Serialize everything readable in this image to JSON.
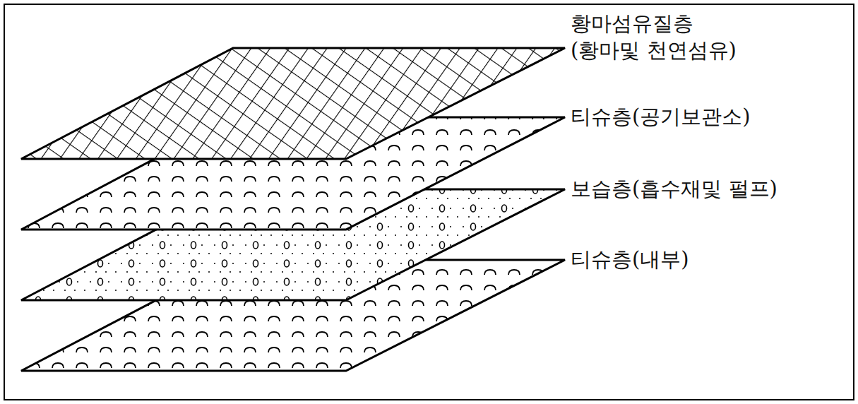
{
  "diagram": {
    "labels": [
      "황마섬유질층",
      "(황마및 천연섬유)",
      "티슈층(공기보관소)",
      "보습층(흡수재및 펄프)",
      "티슈층(내부)"
    ]
  }
}
